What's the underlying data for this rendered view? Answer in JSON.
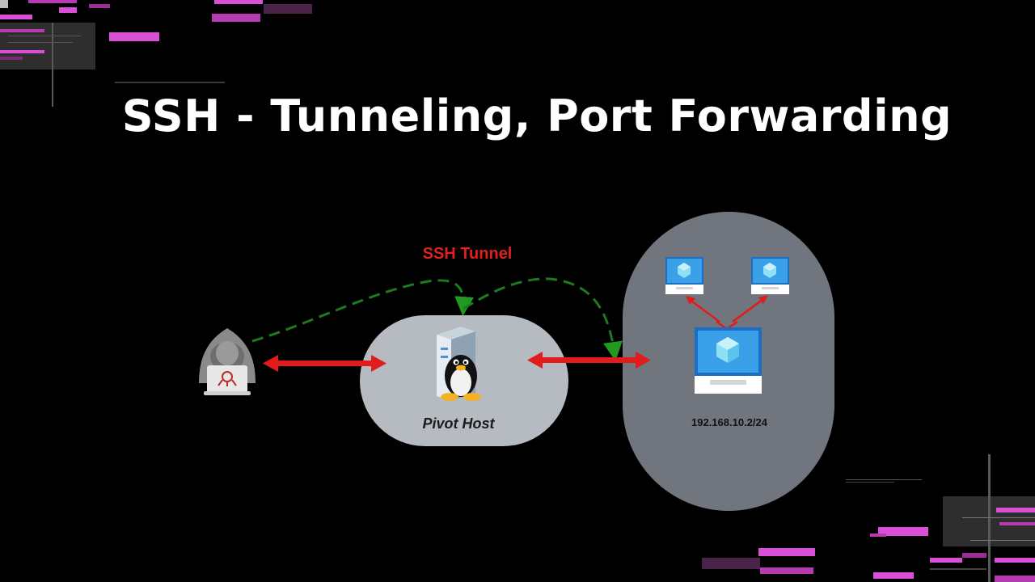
{
  "title": "SSH - Tunneling, Port Forwarding",
  "diagram": {
    "tunnel_label": "SSH Tunnel",
    "pivot_host_label": "Pivot Host",
    "target_network_label": "192.168.10.2/24"
  },
  "colors": {
    "background": "#000000",
    "title": "#ffffff",
    "tunnel_label": "#e02020",
    "tunnel_path": "#1f7a1f",
    "link_arrow": "#e21b1b",
    "node_fill": "#b6bac1",
    "network_fill": "#71757d",
    "glitch_accent": "#d94fd6"
  },
  "icons": {
    "attacker": "hacker-icon",
    "pivot": "linux-server-icon",
    "hosts": "monitor-icon"
  }
}
